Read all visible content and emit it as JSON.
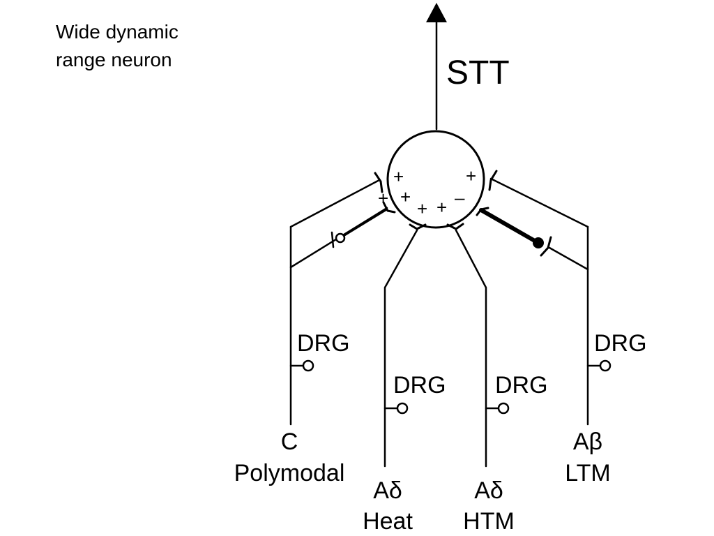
{
  "title": {
    "line1": "Wide dynamic",
    "line2": "range neuron"
  },
  "output_tract": "STT",
  "soma_signs": [
    "+",
    "+",
    "+",
    "+",
    "+",
    "+",
    "–"
  ],
  "ganglion_label": "DRG",
  "afferents": [
    {
      "name_line1": "C",
      "name_line2": "Polymodal"
    },
    {
      "name_line1": "Aδ",
      "name_line2": "Heat"
    },
    {
      "name_line1": "Aδ",
      "name_line2": "HTM"
    },
    {
      "name_line1": "Aβ",
      "name_line2": "LTM"
    }
  ]
}
